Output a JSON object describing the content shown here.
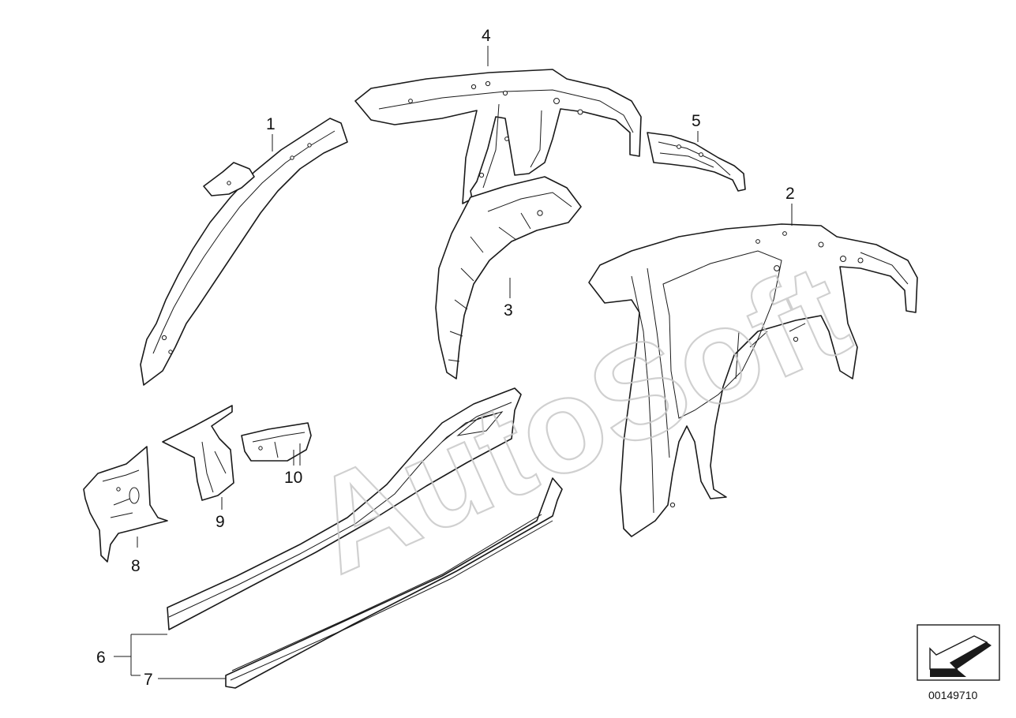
{
  "callouts": {
    "p1": "1",
    "p2": "2",
    "p3": "3",
    "p4": "4",
    "p5": "5",
    "p6": "6",
    "p7": "7",
    "p8": "8",
    "p9": "9",
    "p10": "10"
  },
  "watermark": "AutoSoft",
  "diagram_id": "00149710",
  "icons": {
    "orientation": "direction-arrow-icon"
  }
}
